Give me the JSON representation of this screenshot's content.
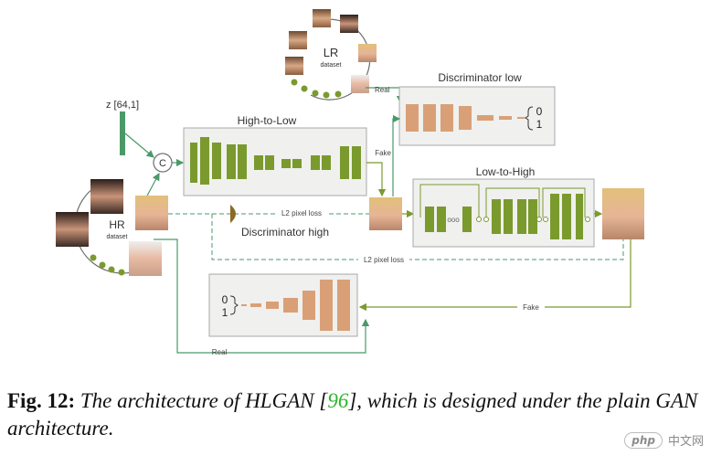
{
  "diagram": {
    "z_label": "z [64,1]",
    "concat_symbol": "C",
    "lr_dataset": {
      "title": "LR",
      "subtitle": "dataset"
    },
    "hr_dataset": {
      "title": "HR",
      "subtitle": "dataset"
    },
    "high_to_low_title": "High-to-Low",
    "low_to_high_title": "Low-to-High",
    "discriminator_low_title": "Discriminator low",
    "discriminator_high_title": "Discriminator high",
    "edge_labels": {
      "real_top": "Real",
      "fake_top": "Fake",
      "l2_loss_top": "L2 pixel loss",
      "l2_loss_bottom": "L2 pixel loss",
      "fake_bottom": "Fake",
      "real_bottom": "Real"
    },
    "disc_low_outputs": [
      "0",
      "1"
    ],
    "disc_high_outputs": [
      "0",
      "1"
    ],
    "res_block_symbol": "ooo",
    "colors": {
      "generator_block": "#7a9a2e",
      "discriminator_block": "#d9a077",
      "connector": "#4a9a68",
      "panel_fill": "#f0f0ee",
      "panel_border": "#a8a8a8"
    }
  },
  "caption": {
    "label": "Fig. 12:",
    "text_before": "The architecture of HLGAN [",
    "reference": "96",
    "text_after": "], which is designed under the plain GAN architecture."
  },
  "watermark": {
    "badge": "php",
    "text": "中文网"
  }
}
